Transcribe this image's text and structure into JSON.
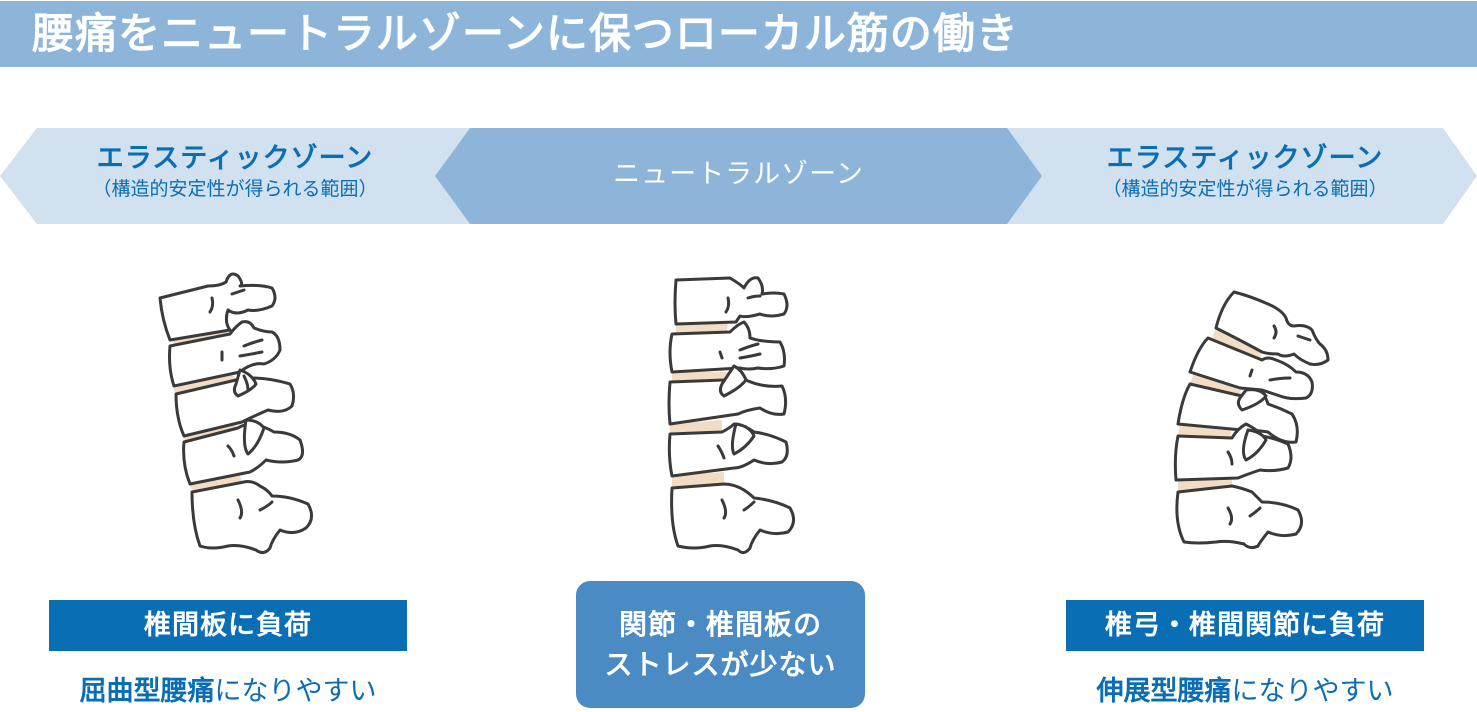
{
  "title": "腰痛をニュートラルゾーンに保つローカル筋の働き",
  "colors": {
    "title_bar": "#8db5d9",
    "elastic_zone": "#d1e1ef",
    "neutral_zone": "#8db5d9",
    "primary_blue": "#0a6eb4",
    "center_box": "#4a8bc4",
    "disc_fill": "#f3dcc4",
    "bone_outline": "#3a3a3a"
  },
  "zones": {
    "left": {
      "title": "エラスティックゾーン",
      "subtitle": "（構造的安定性が得られる範囲）"
    },
    "center": {
      "title": "ニュートラルゾーン"
    },
    "right": {
      "title": "エラスティックゾーン",
      "subtitle": "（構造的安定性が得られる範囲）"
    }
  },
  "spines": {
    "left": {
      "posture": "flexion",
      "label": "spine-flexion-illustration"
    },
    "center": {
      "posture": "neutral",
      "label": "spine-neutral-illustration"
    },
    "right": {
      "posture": "extension",
      "label": "spine-extension-illustration"
    }
  },
  "results": {
    "left": {
      "load": "椎間板に負荷",
      "tendency_bold": "屈曲型腰痛",
      "tendency_rest": "になりやすい"
    },
    "center": {
      "line1": "関節・椎間板の",
      "line2": "ストレスが少ない"
    },
    "right": {
      "load": "椎弓・椎間関節に負荷",
      "tendency_bold": "伸展型腰痛",
      "tendency_rest": "になりやすい"
    }
  }
}
